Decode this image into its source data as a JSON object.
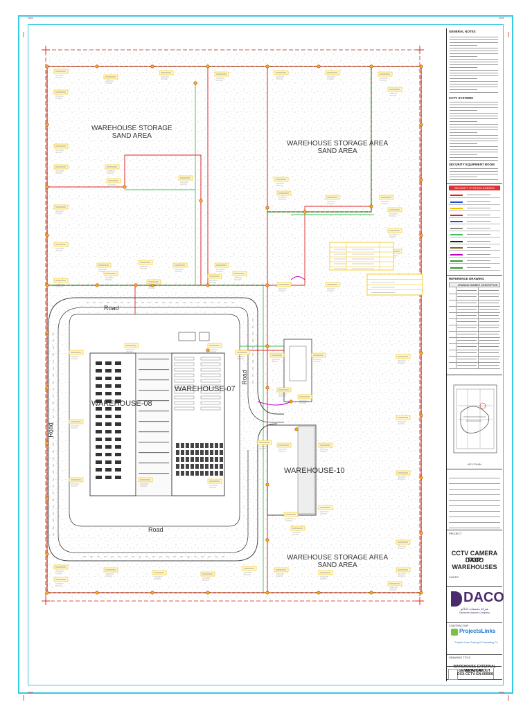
{
  "drawing": {
    "areas": [
      {
        "line1": "WAREHOUSE STORAGE",
        "line2": "SAND AREA"
      },
      {
        "line1": "WAREHOUSE STORAGE AREA",
        "line2": "SAND AREA"
      },
      {
        "line1": "WAREHOUSE STORAGE AREA",
        "line2": "SAND AREA"
      }
    ],
    "warehouses": [
      "WAREHOUSE-08",
      "WAREHOUSE-07",
      "WAREHOUSE-10"
    ],
    "road_label": "Road"
  },
  "title_block": {
    "general_notes_heading": "GENERAL NOTES",
    "cctv_heading": "CCTV SYSTEMS",
    "security_room_heading": "SECURITY EQUIPMENT ROOM",
    "legend_heading": "SECURITY SYSTEM LEGENDS",
    "reference_heading": "REFERENCE DRAWING",
    "drawing_number_col": "DRAWING NUMBER",
    "description_col": "DESCRIPTION",
    "key_plan_label": "KEY PLAN",
    "project_label": "PROJECT",
    "project_title_line1": "CCTV CAMERA FOR",
    "project_title_line2": "DACO WAREHOUSES",
    "client_label": "CLIENT",
    "client_name": "DACO",
    "client_arabic": "شركة مجمعات الداكو",
    "client_subtitle": "Dammam Airports Company",
    "contractor_label": "CONTRACTOR",
    "contractor_name": "ProjectsLinks",
    "contractor_subtitle": "Projects Links Trading & Contracting Co.",
    "drawing_title_label": "DRAWING TITLE",
    "drawing_title_line1": "WAREHOUSE EXTERNAL NETWORK",
    "drawing_title_line2": "GENERAL LAYOUT",
    "drawing_number": "DXX-CCTV-GN-000001"
  },
  "colors": {
    "frame": "#33c8e6",
    "network_red": "#e02020",
    "fence_green": "#2a9a2a",
    "conduit_green": "#3cc05a",
    "tag_yellow": "#f0c000",
    "daco_purple": "#4a2c6e"
  }
}
